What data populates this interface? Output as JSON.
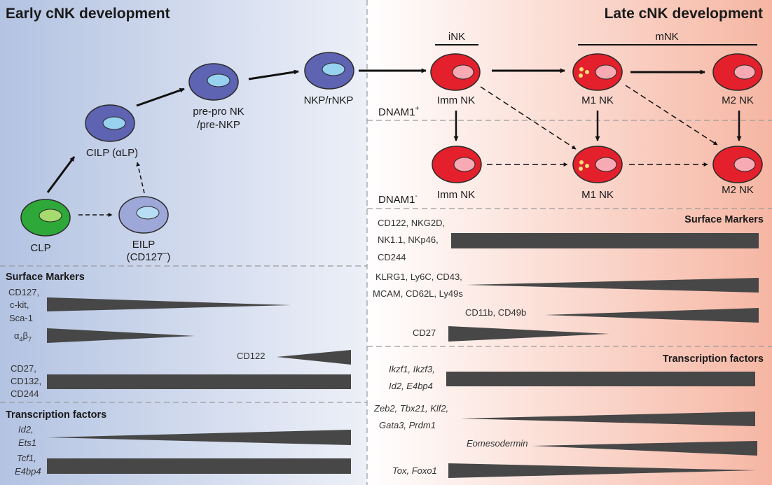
{
  "colors": {
    "left_bg_start": "#b3c3e2",
    "left_bg_end": "#edf0f8",
    "right_bg_start": "#ffffff",
    "right_bg_end": "#f6b6a3",
    "early_cell_fill": "#5e63b2",
    "early_nucleus_fill": "#97d2f0",
    "eilp_fill": "#9ea8d8",
    "eilp_nucleus_fill": "#b7def4",
    "clp_fill": "#2fa83a",
    "clp_nucleus_fill": "#a8db6f",
    "nk_fill": "#e3202b",
    "nk_nucleus_fill": "#f7a9b4",
    "granule_fill": "#f3e07c",
    "bar_fill": "#474747",
    "divider": "#9a9a9a"
  },
  "early": {
    "title": "Early cNK development",
    "cells": {
      "clp": "CLP",
      "eilp": "EILP",
      "eilp_note": "(CD127",
      "eilp_note_sup": "–",
      "eilp_note_close": ")",
      "cilp": "CILP (αLP)",
      "prepro_line1": "pre-pro NK",
      "prepro_line2": "/pre-NKP",
      "nkp": "NKP/rNKP"
    },
    "surface_markers": {
      "heading": "Surface Markers",
      "row1": [
        "CD127,",
        "c-kit,",
        "Sca-1"
      ],
      "row2_alpha": "α",
      "row2_sub4": "4",
      "row2_beta": "β",
      "row2_sub7": "7",
      "row3": "CD122",
      "row4": [
        "CD27,",
        "CD132,",
        "CD244"
      ]
    },
    "transcription_factors": {
      "heading": "Transcription factors",
      "row1": [
        "Id2,",
        "Ets1"
      ],
      "row2": [
        "Tcf1,",
        "E4bp4"
      ]
    }
  },
  "late": {
    "title": "Late cNK development",
    "ink": "iNK",
    "mnk": "mNK",
    "dnam_pos": "DNAM1",
    "dnam_pos_sup": "+",
    "dnam_neg": "DNAM1",
    "dnam_neg_sup": "-",
    "cells": {
      "imm_top": "Imm NK",
      "m1_top": "M1 NK",
      "m2_top": "M2 NK",
      "imm_bottom": "Imm NK",
      "m1_bottom": "M1 NK",
      "m2_bottom": "M2 NK"
    },
    "surface_markers": {
      "heading": "Surface Markers",
      "row1": [
        "CD122, NKG2D,",
        "NK1.1, NKp46,",
        "CD244"
      ],
      "row2": [
        "KLRG1, Ly6C, CD43,",
        "MCAM, CD62L, Ly49s"
      ],
      "row3": "CD11b, CD49b",
      "row4": "CD27"
    },
    "transcription_factors": {
      "heading": "Transcription factors",
      "row1": [
        "Ikzf1, Ikzf3,",
        "Id2, E4bp4"
      ],
      "row2": [
        "Zeb2, Tbx21, Klf2,",
        "Gata3, Prdm1"
      ],
      "row3": "Eomesodermin",
      "row4": "Tox, Foxo1"
    }
  }
}
